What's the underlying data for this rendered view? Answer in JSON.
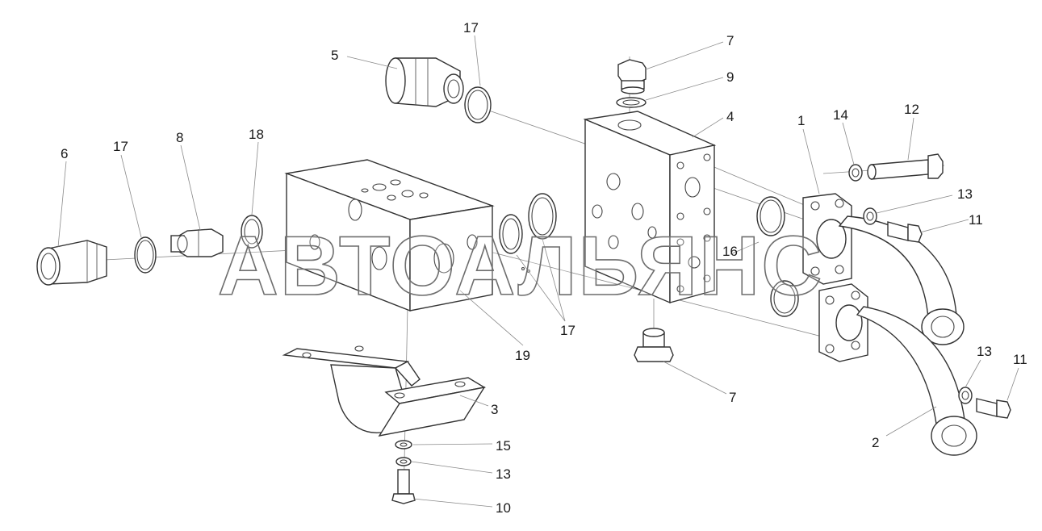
{
  "watermark": "АВТОАЛЬЯНС",
  "callouts": [
    {
      "id": "c5",
      "text": "5"
    },
    {
      "id": "c17a",
      "text": "17"
    },
    {
      "id": "c7a",
      "text": "7"
    },
    {
      "id": "c9",
      "text": "9"
    },
    {
      "id": "c4",
      "text": "4"
    },
    {
      "id": "c1",
      "text": "1"
    },
    {
      "id": "c14",
      "text": "14"
    },
    {
      "id": "c12",
      "text": "12"
    },
    {
      "id": "c6",
      "text": "6"
    },
    {
      "id": "c17b",
      "text": "17"
    },
    {
      "id": "c8",
      "text": "8"
    },
    {
      "id": "c18",
      "text": "18"
    },
    {
      "id": "c13a",
      "text": "13"
    },
    {
      "id": "c11a",
      "text": "11"
    },
    {
      "id": "c16",
      "text": "16"
    },
    {
      "id": "c17c",
      "text": "17"
    },
    {
      "id": "c19",
      "text": "19"
    },
    {
      "id": "c7b",
      "text": "7"
    },
    {
      "id": "c13b",
      "text": "13"
    },
    {
      "id": "c11b",
      "text": "11"
    },
    {
      "id": "c3",
      "text": "3"
    },
    {
      "id": "c15",
      "text": "15"
    },
    {
      "id": "c13c",
      "text": "13"
    },
    {
      "id": "c10",
      "text": "10"
    },
    {
      "id": "c2",
      "text": "2"
    }
  ]
}
